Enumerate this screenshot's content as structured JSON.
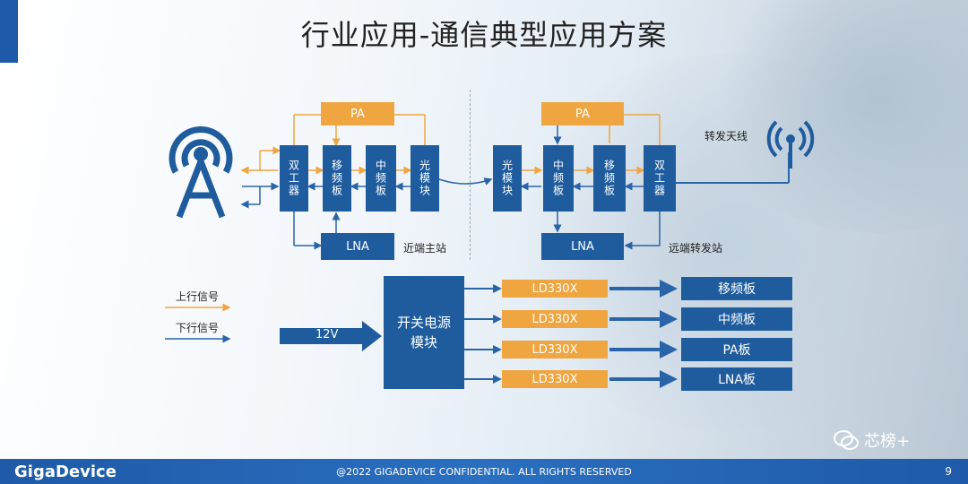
{
  "slide": {
    "title": "行业应用-通信典型应用方案",
    "page_number": "9",
    "company": "GigaDevice",
    "confidential": "@2022 GIGADEVICE CONFIDENTIAL. ALL RIGHTS RESERVED",
    "watermark": "芯榜+"
  },
  "left_site": {
    "pa": "PA",
    "duplexer": "双工器",
    "rf_board": "移频板",
    "if_board": "中频板",
    "optical": "光模块",
    "lna": "LNA",
    "label": "近端主站"
  },
  "right_site": {
    "pa": "PA",
    "optical": "光模块",
    "if_board": "中频板",
    "rf_board": "移频板",
    "duplexer": "双工器",
    "lna": "LNA",
    "label": "远端转发站",
    "antenna_label": "转发天线"
  },
  "legend": {
    "uplink": "上行信号",
    "downlink": "下行信号"
  },
  "power": {
    "input": "12V",
    "module": "开关电源模块",
    "ldos": [
      "LD330X",
      "LD330X",
      "LD330X",
      "LD330X"
    ],
    "targets": [
      "移频板",
      "中频板",
      "PA板",
      "LNA板"
    ]
  },
  "colors": {
    "blue": "#1f5c9e",
    "orange": "#f0a640",
    "footer": "#1e5aa8"
  },
  "icons": [
    "tower-icon",
    "antenna-icon",
    "wechat-icon"
  ]
}
